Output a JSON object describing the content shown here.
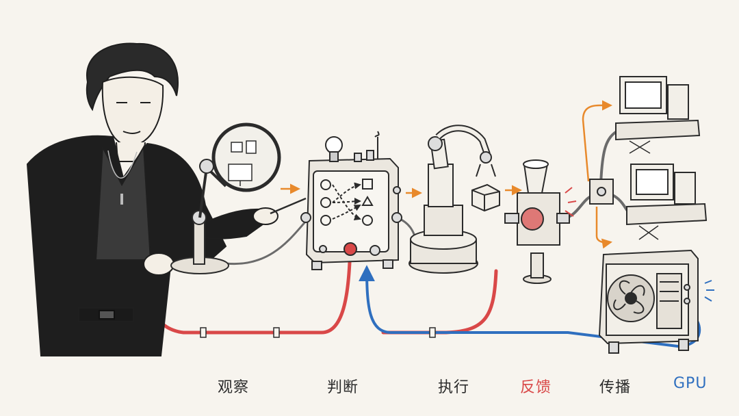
{
  "labels": {
    "observe": "观察",
    "judge": "判断",
    "execute": "执行",
    "feedback": "反馈",
    "propagate": "传播",
    "gpu": "GPU"
  },
  "colors": {
    "ink": "#2b2b2b",
    "accent_orange": "#e8892b",
    "feedback_red": "#d94848",
    "gpu_blue": "#2f6fbf",
    "paper": "#f7f4ee"
  },
  "icons": {
    "magnifier": "magnifier-icon",
    "lightbulb": "lightbulb-icon",
    "robot_arm": "robot-arm-icon",
    "speaker": "speaker-icon",
    "monitor": "monitor-icon",
    "gpu_fan": "fan-icon"
  }
}
